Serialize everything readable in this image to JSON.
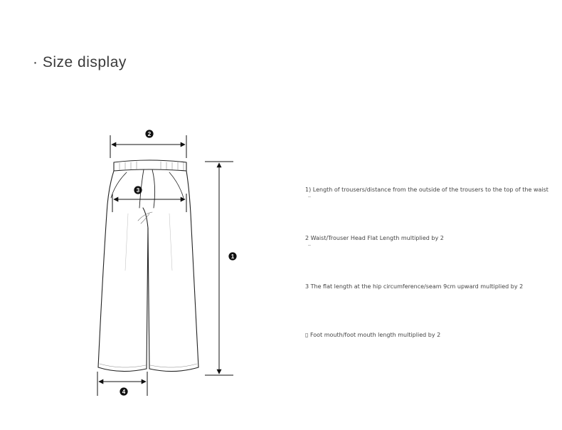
{
  "page": {
    "title": "· Size display"
  },
  "markers": {
    "m1": "1",
    "m2": "2",
    "m3": "3",
    "m4": "4"
  },
  "notes": [
    {
      "text": "1) Length of trousers/distance from the outside of the trousers to the top of the waist",
      "dash": "–"
    },
    {
      "text": "2 Waist/Trouser Head Flat Length multiplied by 2",
      "dash": "–"
    },
    {
      "text": "3 The flat length at the hip circumference/seam 9cm upward multiplied by 2",
      "dash": ""
    },
    {
      "text": "▯ Foot mouth/foot mouth length multiplied by 2",
      "dash": ""
    }
  ],
  "colors": {
    "line": "#111111",
    "marker_fill": "#111111",
    "marker_text": "#ffffff"
  },
  "icons": {
    "garment": "trousers-outline-icon",
    "marker": "numbered-circle-icon"
  }
}
